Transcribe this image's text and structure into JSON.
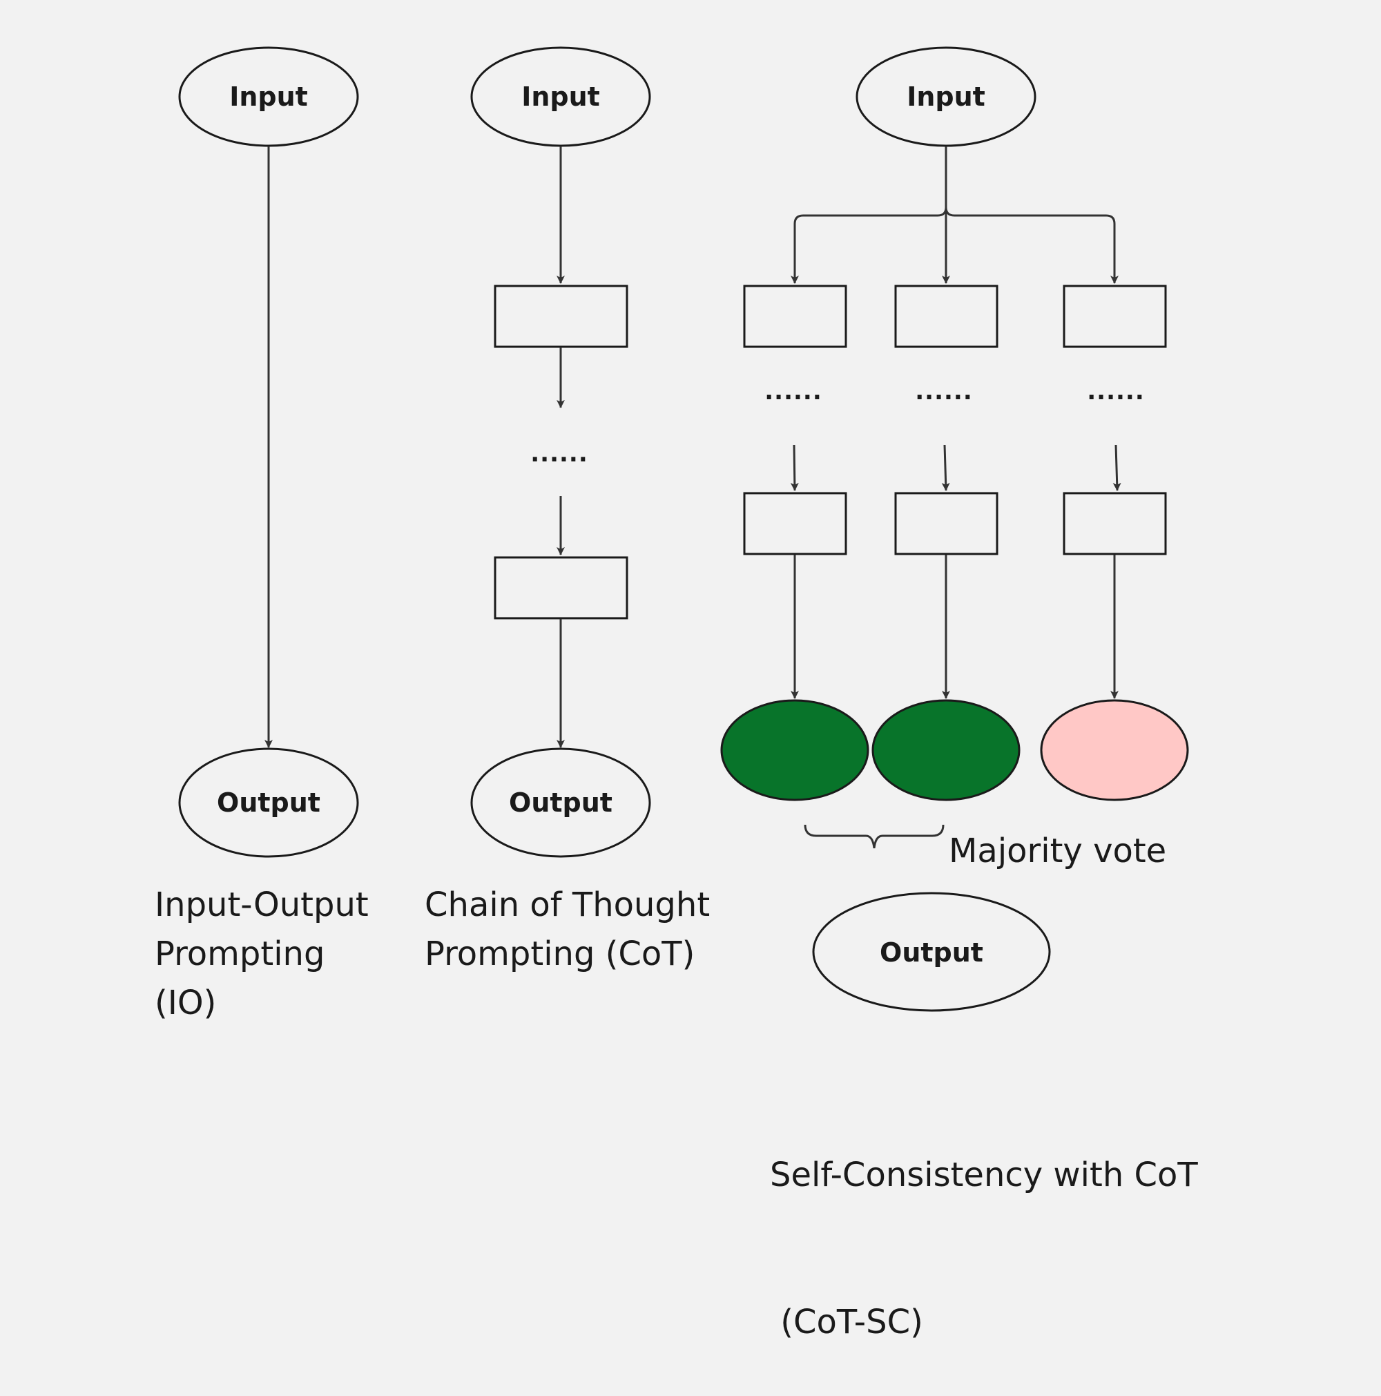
{
  "io": {
    "input_label": "Input",
    "output_label": "Output",
    "caption": [
      "Input-Output",
      "Prompting",
      "(IO)"
    ]
  },
  "cot": {
    "input_label": "Input",
    "dots": "......",
    "output_label": "Output",
    "caption": [
      "Chain of Thought",
      "Prompting (CoT)"
    ]
  },
  "cotsc": {
    "input_label": "Input",
    "branch_dots": [
      "......",
      "......",
      "......"
    ],
    "answer_colors": [
      "#08742a",
      "#08742a",
      "#ffc8c6"
    ],
    "majority_label": "Majority vote",
    "output_label": "Output",
    "caption": [
      "Self-Consistency with CoT",
      " (CoT-SC)"
    ]
  }
}
